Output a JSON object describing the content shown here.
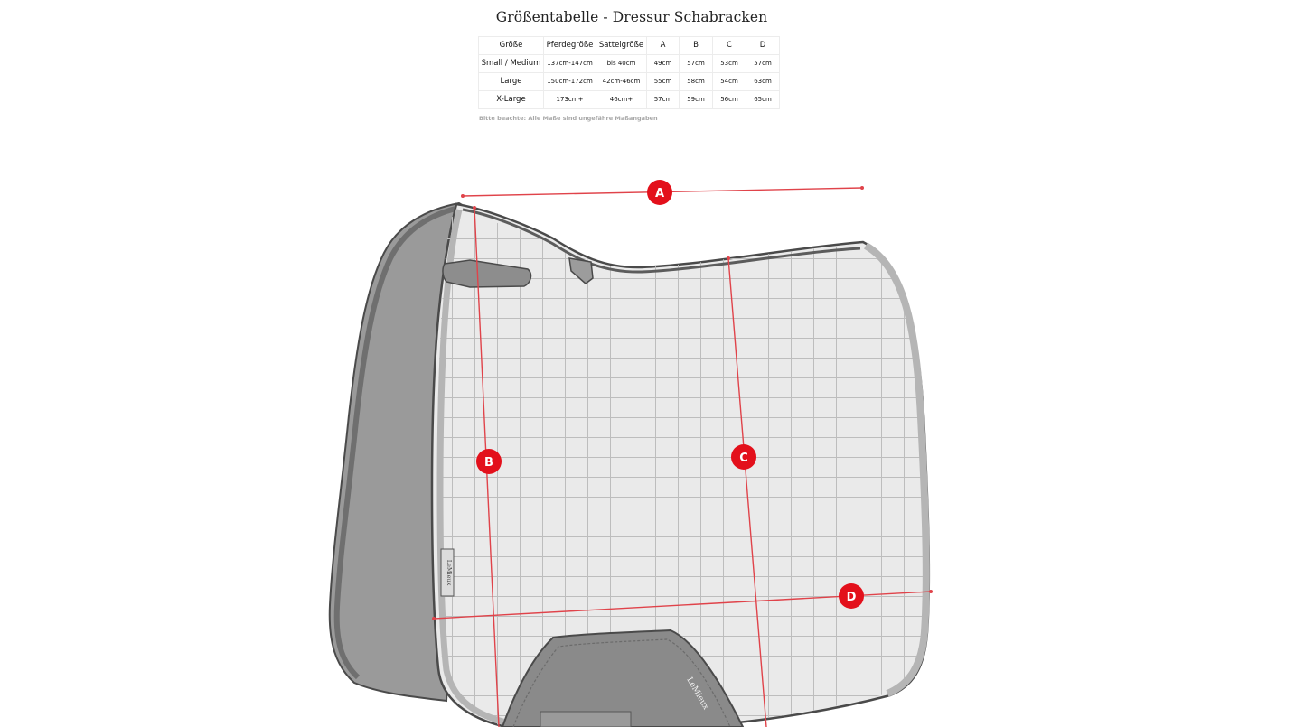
{
  "title": "Größentabelle - Dressur Schabracken",
  "table": {
    "headers": [
      "Größe",
      "Pferdegröße",
      "Sattelgröße",
      "A",
      "B",
      "C",
      "D"
    ],
    "rows": [
      [
        "Small / Medium",
        "137cm-147cm",
        "bis 40cm",
        "49cm",
        "57cm",
        "53cm",
        "57cm"
      ],
      [
        "Large",
        "150cm-172cm",
        "42cm-46cm",
        "55cm",
        "58cm",
        "54cm",
        "63cm"
      ],
      [
        "X-Large",
        "173cm+",
        "46cm+",
        "57cm",
        "59cm",
        "56cm",
        "65cm"
      ]
    ]
  },
  "note": "Bitte beachte: Alle Maße sind ungefähre Maßangaben",
  "diagram": {
    "markers": [
      "A",
      "B",
      "C",
      "D"
    ],
    "brand": "LeMieux",
    "colors": {
      "marker": "#e3101b",
      "measure_line": "#e0434a",
      "pad_fill": "#eaeaea",
      "pad_outline": "#4a4a4a",
      "underside": "#9a9a9a"
    }
  }
}
